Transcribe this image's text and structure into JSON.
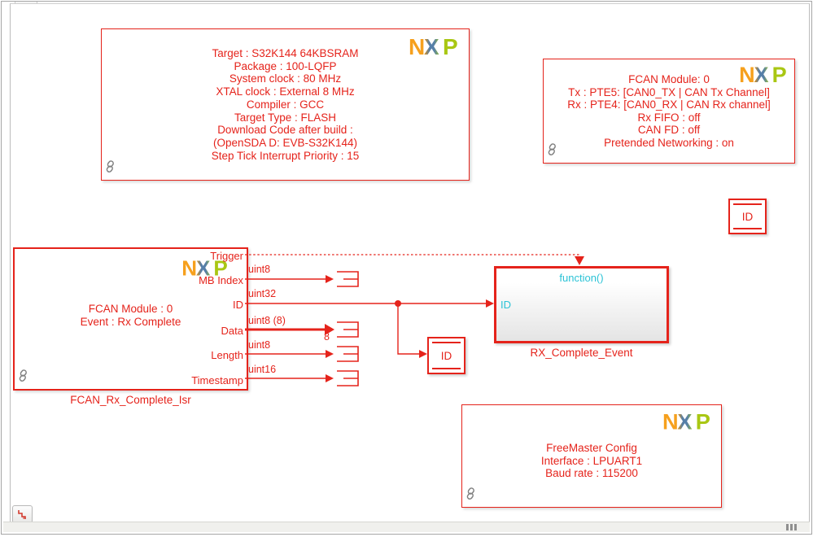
{
  "colors": {
    "accent_red": "#E5231B",
    "port_label_cyan": "#2BC3D6",
    "nxp_orange": "#F6A01D",
    "nxp_blue": "#567FA9",
    "nxp_green": "#A9C713"
  },
  "logo": {
    "letters": [
      "N",
      "X",
      "P"
    ]
  },
  "blocks": {
    "mcu_config": {
      "lines": [
        "Target : S32K144 64KBSRAM",
        "Package : 100-LQFP",
        "System clock : 80 MHz",
        "XTAL clock : External 8 MHz",
        "Compiler : GCC",
        "Target Type : FLASH",
        "Download Code after build :",
        "(OpenSDA D: EVB-S32K144)",
        "Step Tick Interrupt Priority : 15"
      ]
    },
    "can_config": {
      "lines": [
        "FCAN Module: 0",
        "Tx : PTE5: [CAN0_TX | CAN Tx Channel]",
        "Rx : PTE4: [CAN0_RX | CAN Rx channel]",
        "Rx FIFO : off",
        "CAN FD : off",
        "Pretended Networking : on"
      ]
    },
    "isr": {
      "body_lines": [
        "FCAN Module : 0",
        "Event : Rx Complete"
      ],
      "name": "FCAN_Rx_Complete_Isr",
      "ports": {
        "trigger": "Trigger",
        "outputs": [
          "MB Index",
          "ID",
          "Data",
          "Length",
          "Timestamp"
        ]
      }
    },
    "rx_event": {
      "trigger_port": "function()",
      "input_port": "ID",
      "name": "RX_Complete_Event"
    },
    "freemaster": {
      "lines": [
        "FreeMaster Config",
        "Interface : LPUART1",
        "Baud rate : 115200"
      ]
    },
    "id_tag_right": {
      "label": "ID"
    },
    "id_tag_mid": {
      "label": "ID"
    }
  },
  "signals": {
    "types": [
      "uint8",
      "uint32",
      "uint8 (8)",
      "uint8",
      "uint16"
    ],
    "data_width_label": "8"
  }
}
